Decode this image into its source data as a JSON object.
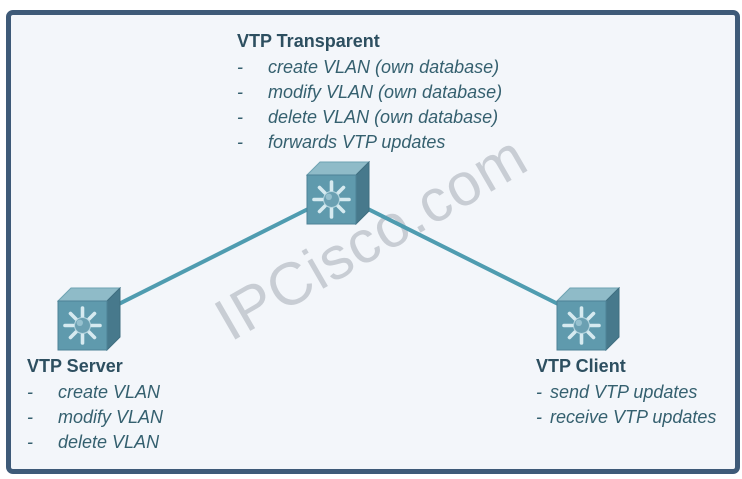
{
  "watermark": {
    "text": "IPCisco.com"
  },
  "colors": {
    "panel_border": "#3e5a78",
    "panel_background": "#f3f6fa",
    "title_text": "#2d4f60",
    "item_text": "#35606f",
    "link_line": "#4f9cb0",
    "watermark_text": "#a6adb6",
    "switch_front": "#5f9aad",
    "switch_top": "#8fbbc8",
    "switch_side": "#47798c",
    "switch_rays": "#d6eaf0"
  },
  "nodes": {
    "transparent": {
      "title": "VTP Transparent",
      "bullet": "-",
      "items": [
        "create VLAN (own database)",
        "modify VLAN (own database)",
        "delete VLAN (own database)",
        "forwards VTP updates"
      ]
    },
    "server": {
      "title": "VTP Server",
      "bullet": "-",
      "items": [
        "create VLAN",
        "modify VLAN",
        "delete VLAN"
      ]
    },
    "client": {
      "title": "VTP Client",
      "bullet": "-",
      "items": [
        "send VTP updates",
        "receive VTP updates"
      ]
    }
  }
}
